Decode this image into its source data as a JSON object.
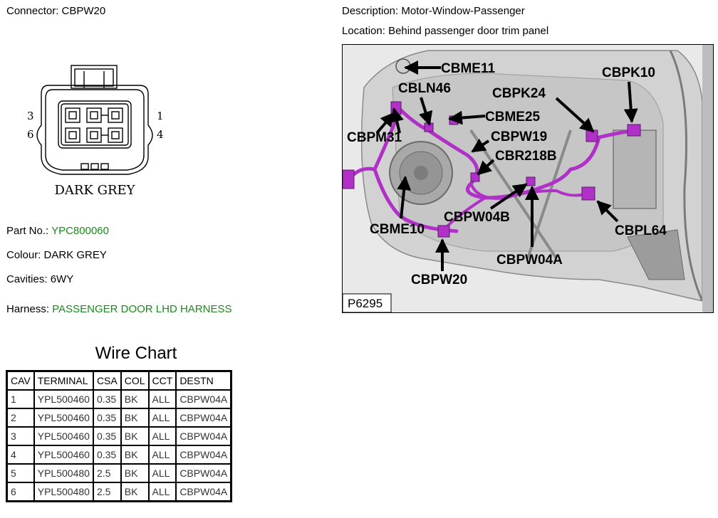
{
  "connector": {
    "label": "Connector:",
    "id": "CBPW20",
    "cavity_numbers": {
      "top_left": "3",
      "bottom_left": "6",
      "top_right": "1",
      "bottom_right": "4"
    },
    "colour_caption": "DARK GREY"
  },
  "details": {
    "part_no_label": "Part No.:",
    "part_no": "YPC800060",
    "colour_label": "Colour:",
    "colour": "DARK GREY",
    "cavities_label": "Cavities:",
    "cavities": "6WY",
    "harness_label": "Harness:",
    "harness": "PASSENGER DOOR LHD HARNESS",
    "link_color": "#1a8a1a"
  },
  "description": {
    "label": "Description:",
    "value": "Motor-Window-Passenger"
  },
  "location": {
    "label": "Location:",
    "value": "Behind passenger door trim panel"
  },
  "diagram": {
    "figure_id": "P6295",
    "harness_color": "#b030c8",
    "callouts": {
      "cbme11": "CBME11",
      "cbln46": "CBLN46",
      "cbpk24": "CBPK24",
      "cbpk10": "CBPK10",
      "cbme25": "CBME25",
      "cbpm31": "CBPM31",
      "cbpw19": "CBPW19",
      "cbr218b": "CBR218B",
      "cbpw04b": "CBPW04B",
      "cbme10": "CBME10",
      "cbpl64": "CBPL64",
      "cbpw04a": "CBPW04A",
      "cbpw20": "CBPW20"
    }
  },
  "wire_chart": {
    "title": "Wire Chart",
    "headers": [
      "CAV",
      "TERMINAL",
      "CSA",
      "COL",
      "CCT",
      "DESTN"
    ],
    "rows": [
      [
        "1",
        "YPL500460",
        "0.35",
        "BK",
        "ALL",
        "CBPW04A"
      ],
      [
        "2",
        "YPL500460",
        "0.35",
        "BK",
        "ALL",
        "CBPW04A"
      ],
      [
        "3",
        "YPL500460",
        "0.35",
        "BK",
        "ALL",
        "CBPW04A"
      ],
      [
        "4",
        "YPL500460",
        "0.35",
        "BK",
        "ALL",
        "CBPW04A"
      ],
      [
        "5",
        "YPL500480",
        "2.5",
        "BK",
        "ALL",
        "CBPW04A"
      ],
      [
        "6",
        "YPL500480",
        "2.5",
        "BK",
        "ALL",
        "CBPW04A"
      ]
    ]
  }
}
